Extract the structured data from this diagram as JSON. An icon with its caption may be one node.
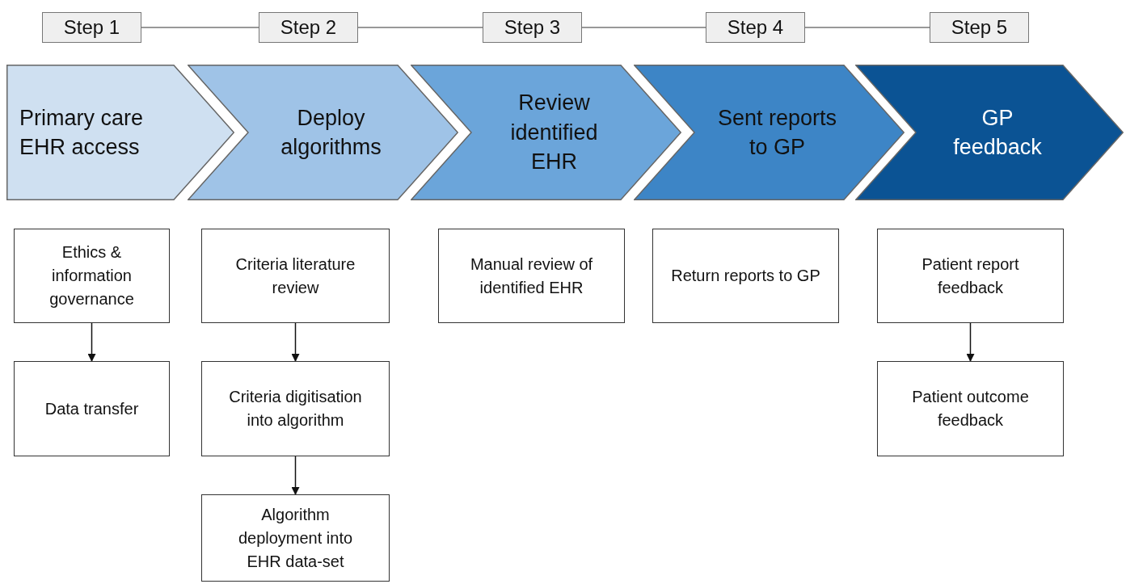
{
  "diagram": {
    "nodes": [
      {
        "text": [
          "Step 1"
        ]
      },
      {
        "text": [
          "Step 2"
        ]
      },
      {
        "text": [
          "Step 3"
        ]
      },
      {
        "text": [
          "Step 4"
        ]
      },
      {
        "text": [
          "Step 5"
        ]
      },
      {
        "text": [
          "Primary care EHR access"
        ]
      },
      {
        "text": [
          "Deploy algorithms"
        ]
      },
      {
        "text": [
          "Review identified EHR"
        ]
      },
      {
        "text": [
          "Sent reports to GP"
        ]
      },
      {
        "text": [
          "GP feedback"
        ]
      },
      {
        "text": [
          "Ethics & information governance"
        ]
      },
      {
        "text": [
          "Data transfer"
        ]
      },
      {
        "text": [
          "Criteria literature review"
        ]
      },
      {
        "text": [
          "Criteria digitisation into algorithm"
        ]
      },
      {
        "text": [
          "Algorithm deployment into EHR data-set"
        ]
      },
      {
        "text": [
          "Manual review of identified EHR"
        ]
      },
      {
        "text": [
          "Return reports to GP"
        ]
      },
      {
        "text": [
          "Patient report feedback"
        ]
      },
      {
        "text": [
          "Patient outcome feedback"
        ]
      }
    ],
    "edges": [
      {
        "from": 0,
        "to": 1,
        "arrow": "none"
      },
      {
        "from": 1,
        "to": 2,
        "arrow": "none"
      },
      {
        "from": 2,
        "to": 3,
        "arrow": "none"
      },
      {
        "from": 3,
        "to": 4,
        "arrow": "none"
      },
      {
        "from": 10,
        "to": 11,
        "arrow": "to",
        "color": "#111111"
      },
      {
        "from": 12,
        "to": 13,
        "arrow": "to",
        "color": "#111111"
      },
      {
        "from": 13,
        "to": 14,
        "arrow": "to",
        "color": "#111111"
      },
      {
        "from": 17,
        "to": 18,
        "arrow": "to",
        "color": "#111111"
      }
    ]
  }
}
